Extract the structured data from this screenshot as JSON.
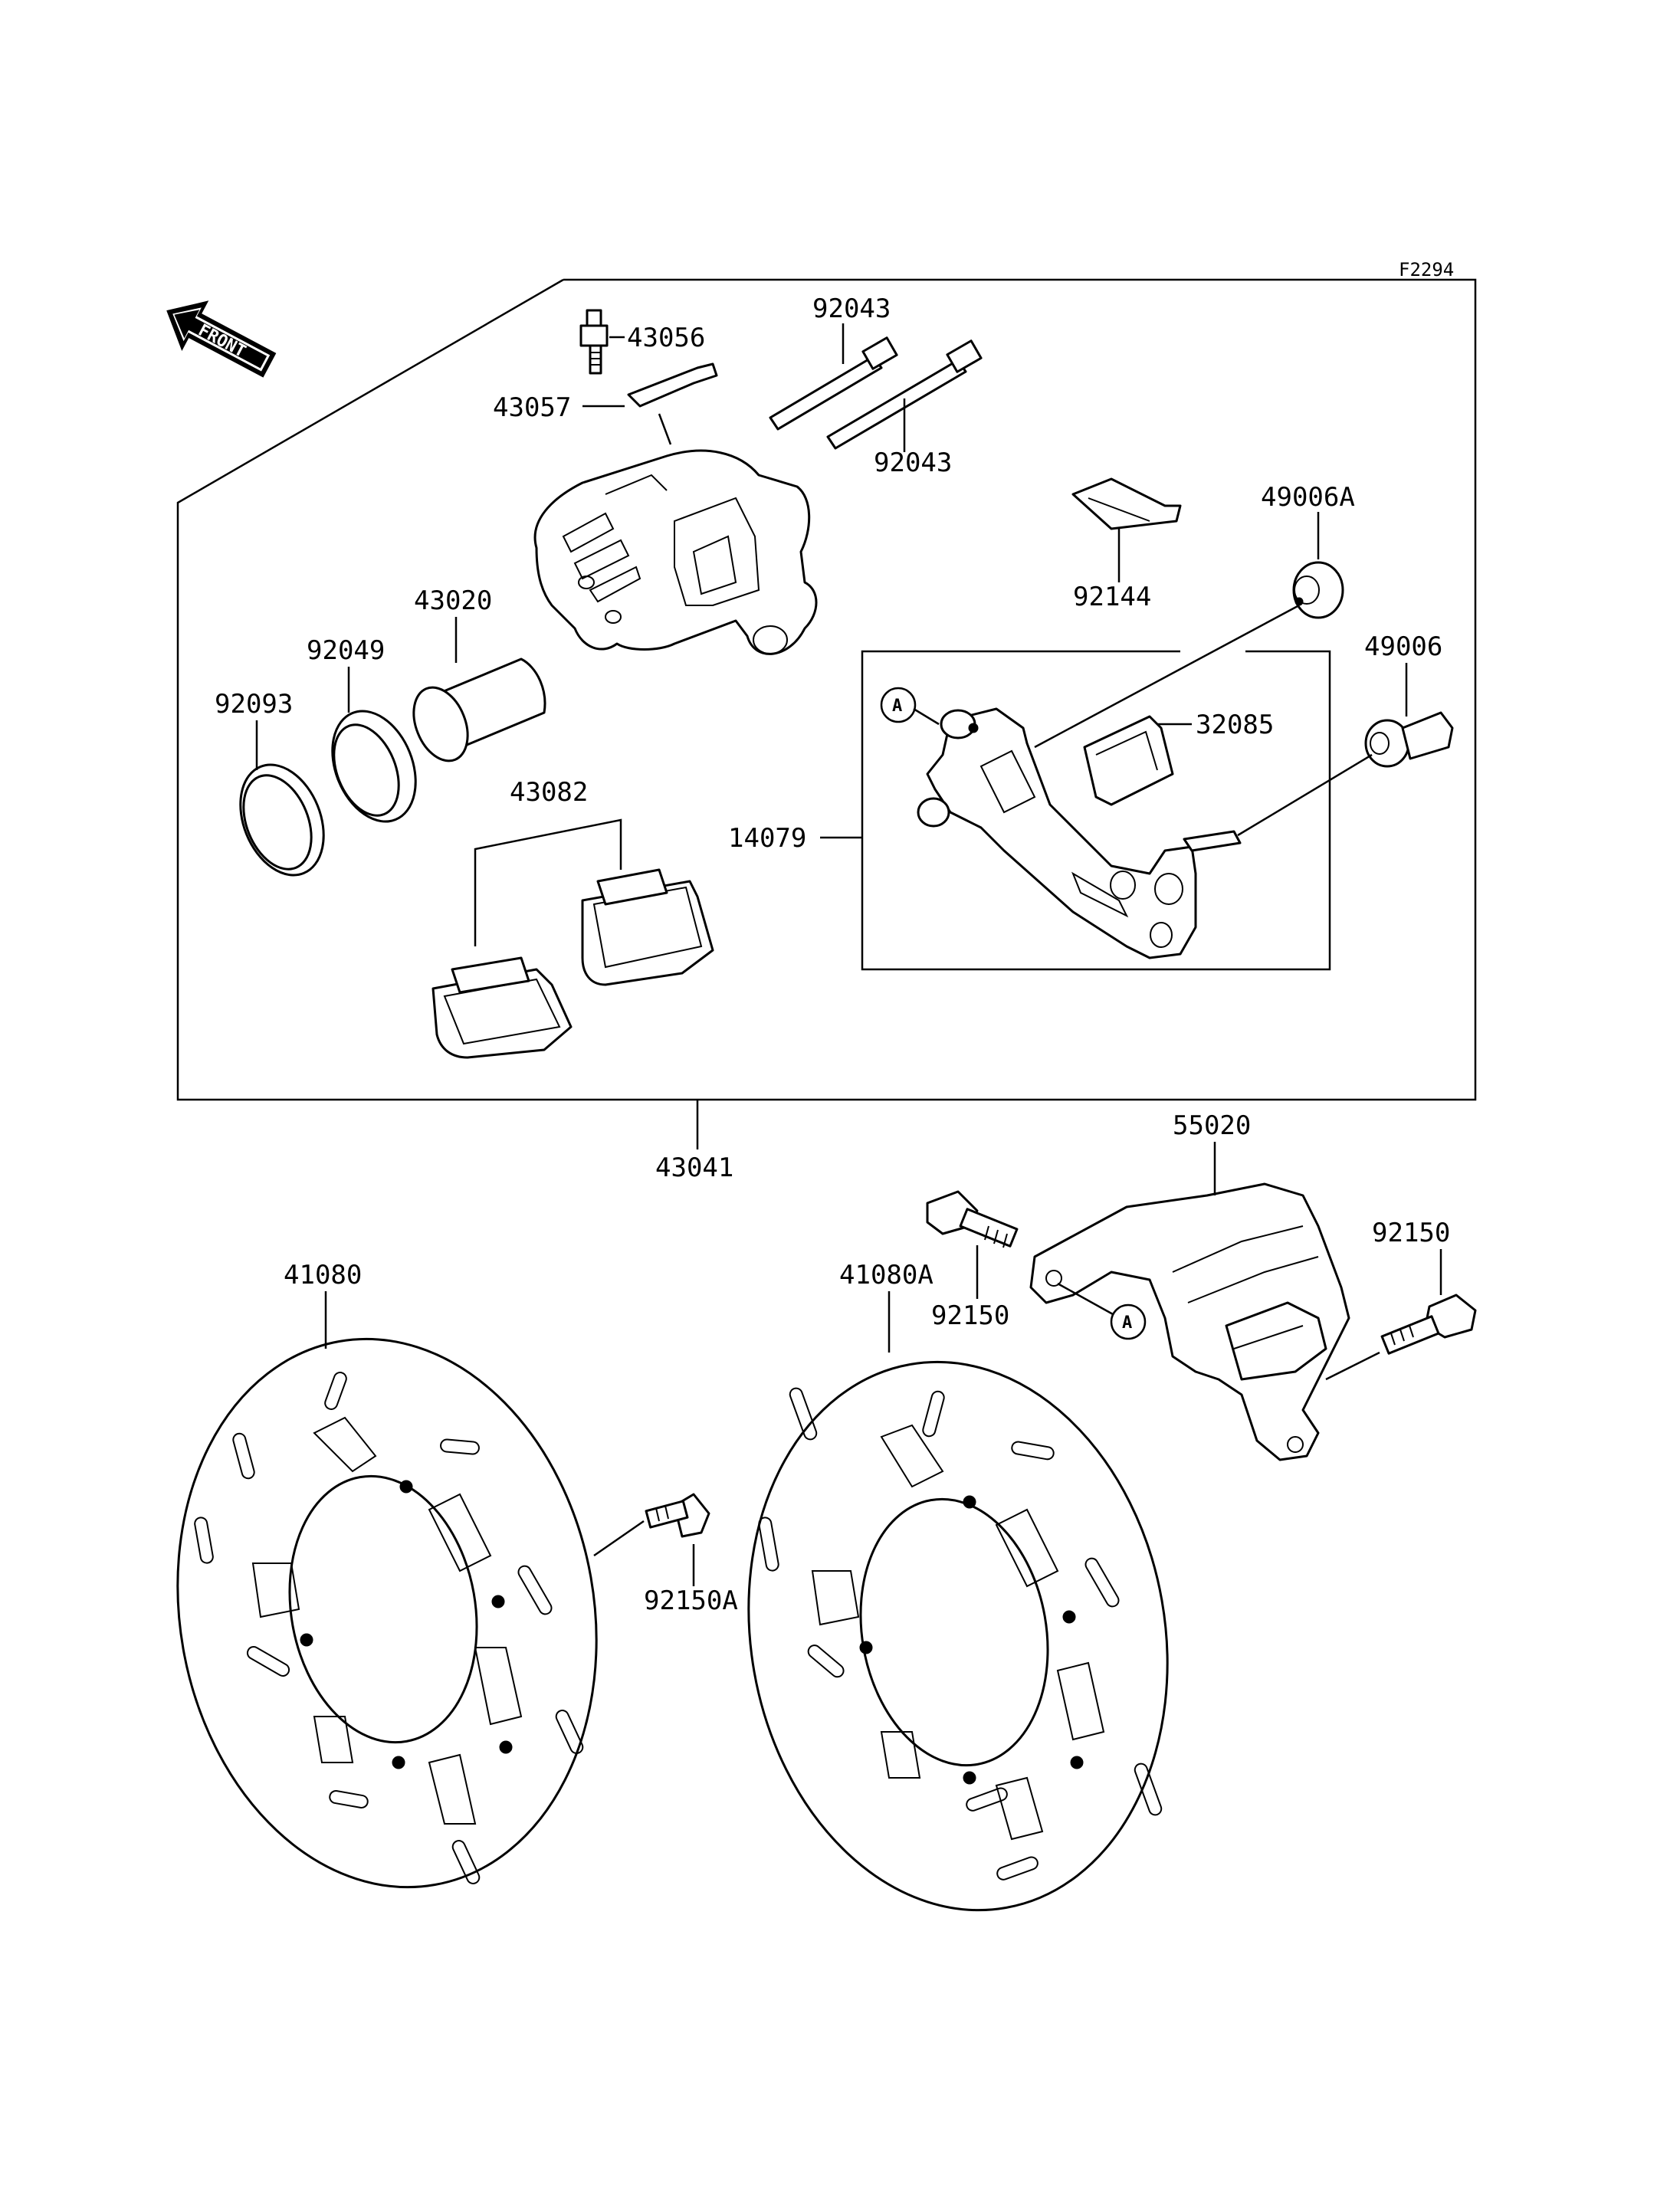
{
  "figure_code": "F2294",
  "front_label": "FRONT",
  "ref_marker": "A",
  "parts": {
    "p43056": "43056",
    "p43057": "43057",
    "p92043_top": "92043",
    "p92043_bottom": "92043",
    "p43020": "43020",
    "p92049": "92049",
    "p92093": "92093",
    "p43082": "43082",
    "p92144": "92144",
    "p49006A": "49006A",
    "p49006": "49006",
    "p32085": "32085",
    "p14079": "14079",
    "p43041": "43041",
    "p55020": "55020",
    "p92150_left": "92150",
    "p92150_right": "92150",
    "p41080": "41080",
    "p41080A": "41080A",
    "p92150A": "92150A"
  }
}
